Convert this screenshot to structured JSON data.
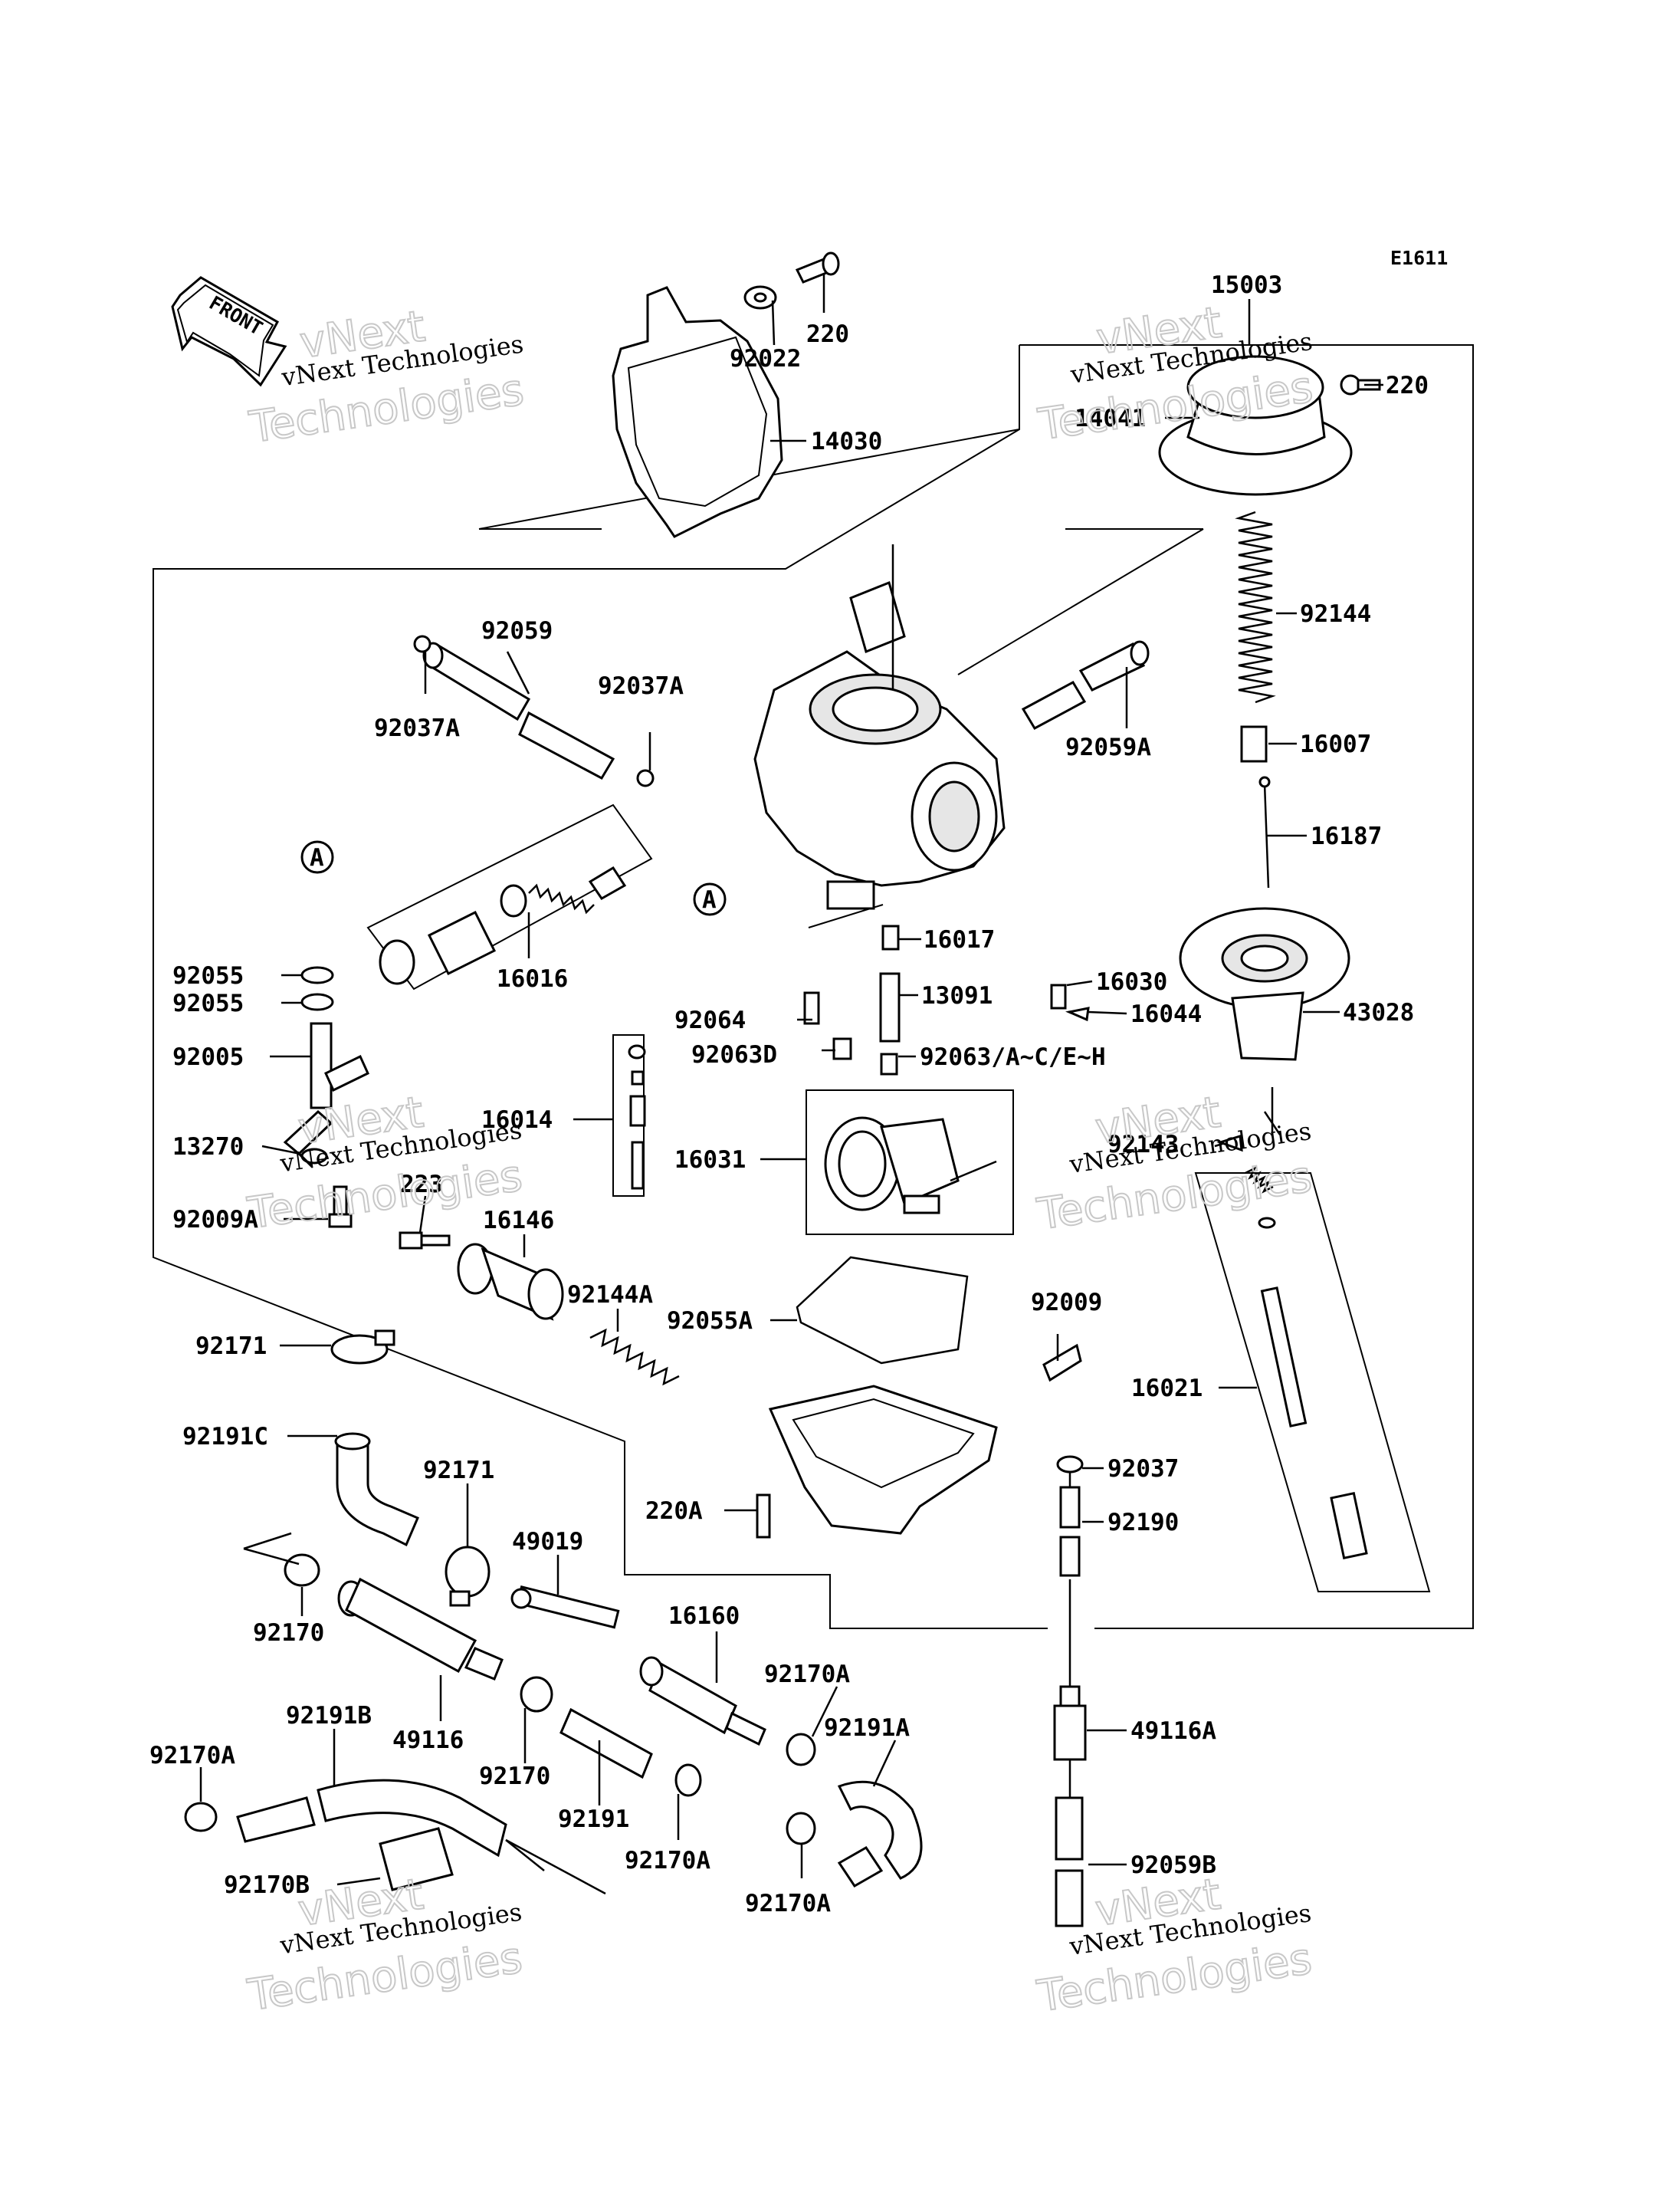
{
  "diagram": {
    "code": "E1611",
    "front_label": "FRONT",
    "ref_marker": "A",
    "watermark_line1": "vNext Technologies",
    "watermark_line2": "vNext",
    "watermark_line3": "Technologies",
    "callouts": [
      "15003",
      "220",
      "92022",
      "220",
      "14030",
      "14041",
      "92144",
      "92059",
      "92037A",
      "92037A",
      "92059A",
      "16007",
      "16187",
      "16016",
      "16017",
      "92064",
      "13091",
      "92063D",
      "92063/A~C/E~H",
      "16030",
      "16044",
      "43028",
      "92055",
      "92055",
      "92005",
      "16014",
      "16031",
      "13270",
      "92143",
      "223",
      "92009A",
      "16146",
      "92144A",
      "92055A",
      "92009",
      "16021",
      "92171",
      "92191C",
      "92171",
      "49019",
      "92037",
      "220A",
      "92190",
      "92170",
      "16160",
      "92170A",
      "49116",
      "92191B",
      "92170A",
      "92191A",
      "49116A",
      "92170",
      "92191",
      "92170A",
      "92170A",
      "92170B",
      "92059B"
    ]
  }
}
